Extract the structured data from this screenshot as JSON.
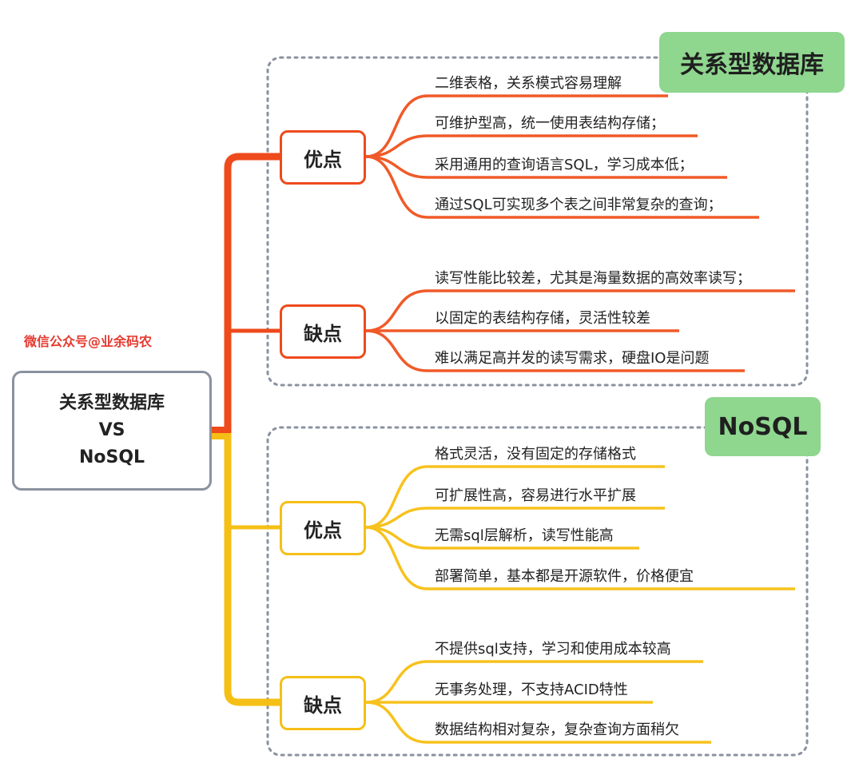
{
  "root": {
    "line1": "关系型数据库",
    "line2": "VS",
    "line3": "NoSQL"
  },
  "watermark": "微信公众号@业余码农",
  "colors": {
    "relational": "#f05a28",
    "relational_main": "#ee4a1c",
    "nosql": "#f7c21e",
    "nosql_main": "#f5bf16",
    "tag_bg": "#8fd68f",
    "group_border": "#8a92a0"
  },
  "groups": [
    {
      "tag": "关系型数据库",
      "pros": {
        "label": "优点",
        "items": [
          "二维表格，关系模式容易理解",
          "可维护型高，统一使用表结构存储；",
          "采用通用的查询语言SQL，学习成本低；",
          "通过SQL可实现多个表之间非常复杂的查询；"
        ]
      },
      "cons": {
        "label": "缺点",
        "items": [
          "读写性能比较差，尤其是海量数据的高效率读写；",
          "以固定的表结构存储，灵活性较差",
          "难以满足高并发的读写需求，硬盘IO是问题"
        ]
      }
    },
    {
      "tag": "NoSQL",
      "pros": {
        "label": "优点",
        "items": [
          "格式灵活，没有固定的存储格式",
          "可扩展性高，容易进行水平扩展",
          "无需sql层解析，读写性能高",
          "部署简单，基本都是开源软件，价格便宜"
        ]
      },
      "cons": {
        "label": "缺点",
        "items": [
          "不提供sql支持，学习和使用成本较高",
          "无事务处理，不支持ACID特性",
          "数据结构相对复杂，复杂查询方面稍欠"
        ]
      }
    }
  ]
}
